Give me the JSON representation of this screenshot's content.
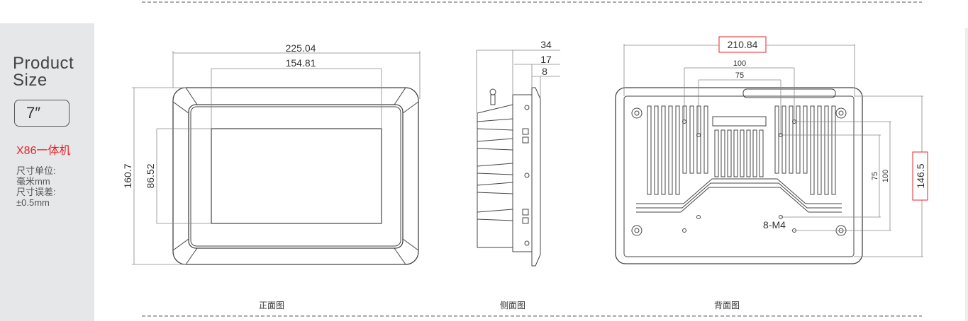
{
  "sidebar": {
    "title_line1": "Product",
    "title_line2": "Size",
    "screen_size": "7″",
    "model": "X86一体机",
    "unit_label": "尺寸单位:",
    "unit_value": "毫米mm",
    "tolerance_label": "尺寸误差:",
    "tolerance_value": "±0.5mm"
  },
  "front_view": {
    "caption": "正面图",
    "width": "225.04",
    "screen_width": "154.81",
    "height": "160.7",
    "screen_height": "86.52"
  },
  "side_view": {
    "caption": "侧面图",
    "depth_total": "34",
    "depth_mid": "17",
    "depth_front": "8"
  },
  "back_view": {
    "caption": "背面图",
    "width": "210.84",
    "height": "146.5",
    "vesa_h_100": "100",
    "vesa_h_75": "75",
    "vesa_v_75": "75",
    "vesa_v_100": "100",
    "screw_label": "8-M4"
  },
  "colors": {
    "highlight_box": "#e8232a",
    "sidebar_bg": "#e6e7e9",
    "model_text": "#e8232a"
  }
}
